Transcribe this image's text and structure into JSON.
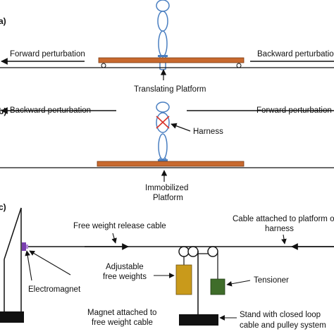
{
  "panel_a": {
    "tag": "a)",
    "left_arrow_label": "Forward perturbation",
    "right_arrow_label": "Backward perturbation",
    "platform_label": "Translating Platform"
  },
  "panel_b": {
    "tag": "b)",
    "left_arrow_label": "Backward perturbation",
    "right_arrow_label": "Forward perturbation",
    "harness_label": "Harness",
    "platform_label_line1": "Immobilized",
    "platform_label_line2": "Platform"
  },
  "panel_c": {
    "tag": "c)",
    "release_cable_label": "Free weight release cable",
    "platform_cable_line1": "Cable attached to platform or",
    "platform_cable_line2": "harness",
    "adjustable_line1": "Adjustable",
    "adjustable_line2": "free weights",
    "electromagnet_label": "Electromagnet",
    "tensioner_label": "Tensioner",
    "magnet_line1": "Magnet attached to",
    "magnet_line2": "free weight cable",
    "stand_line1": "Stand with closed loop",
    "stand_line2": "cable and pulley system"
  },
  "colors": {
    "platform": "#c8692e",
    "figure": "#4a7fc1",
    "harness": "#d9342b",
    "magnet": "#7a3fb0",
    "adjustable_weight": "#c99a1b",
    "tensioner_weight": "#3f6d2a",
    "base": "#111111"
  }
}
